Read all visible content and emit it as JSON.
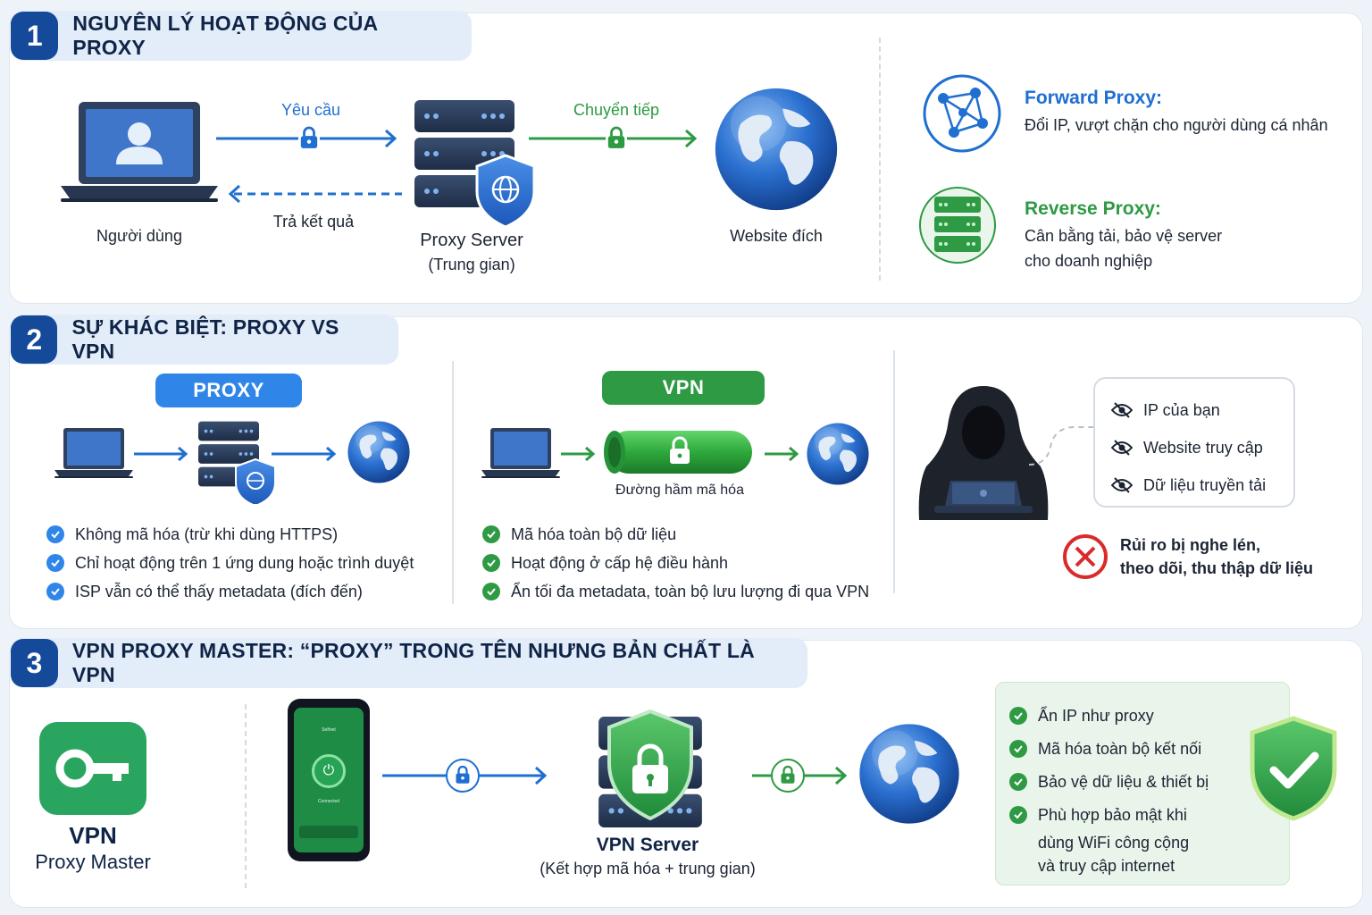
{
  "section1": {
    "number": "1",
    "title": "NGUYÊN LÝ HOẠT ĐỘNG CỦA PROXY",
    "user_label": "Người dùng",
    "request_label": "Yêu cầu",
    "return_label": "Trả kết quả",
    "forward_label": "Chuyển tiếp",
    "proxy_label": "Proxy Server",
    "proxy_sub": "(Trung gian)",
    "website_label": "Website đích",
    "forward_proxy_title": "Forward Proxy:",
    "forward_proxy_desc": "Đổi IP, vượt chặn cho người dùng cá nhân",
    "reverse_proxy_title": "Reverse Proxy:",
    "reverse_proxy_desc1": "Cân bằng tải, bảo vệ server",
    "reverse_proxy_desc2": "cho doanh nghiệp"
  },
  "section2": {
    "number": "2",
    "title": "SỰ KHÁC BIỆT: PROXY VS VPN",
    "proxy_pill": "PROXY",
    "vpn_pill": "VPN",
    "tunnel_label": "Đường hầm mã hóa",
    "proxy_points": [
      "Không mã hóa (trừ khi dùng HTTPS)",
      "Chỉ hoạt động trên 1 ứng dung hoặc trình duyệt",
      "ISP vẫn có thể thấy metadata (đích đến)"
    ],
    "vpn_points": [
      "Mã hóa toàn bộ dữ liệu",
      "Hoạt động ở cấp hệ điều hành",
      "Ẩn tối đa metadata, toàn bộ lưu lượng đi qua VPN"
    ],
    "exposed": [
      "IP của bạn",
      "Website truy cập",
      "Dữ liệu truyền tải"
    ],
    "risk_line1": "Rủi ro bị nghe lén,",
    "risk_line2": "theo dõi, thu thập dữ liệu"
  },
  "section3": {
    "number": "3",
    "title": "VPN PROXY MASTER: “PROXY” TRONG TÊN NHƯNG BẢN CHẤT LÀ VPN",
    "app_name1": "VPN",
    "app_name2": "Proxy Master",
    "server_label": "VPN Server",
    "server_sub": "(Kết hợp mã hóa + trung gian)",
    "phone_header": "Selfnet",
    "phone_status": "Connected",
    "benefits": [
      "Ẩn IP như proxy",
      "Mã hóa toàn bộ kết nối",
      "Bảo vệ dữ liệu & thiết bị",
      "Phù hợp bảo mật khi",
      "dùng WiFi công cộng",
      "và truy cập internet"
    ]
  },
  "colors": {
    "blue": "#1f6fd1",
    "navy": "#154a9a",
    "green": "#2e9a44",
    "red": "#d92b2b"
  }
}
